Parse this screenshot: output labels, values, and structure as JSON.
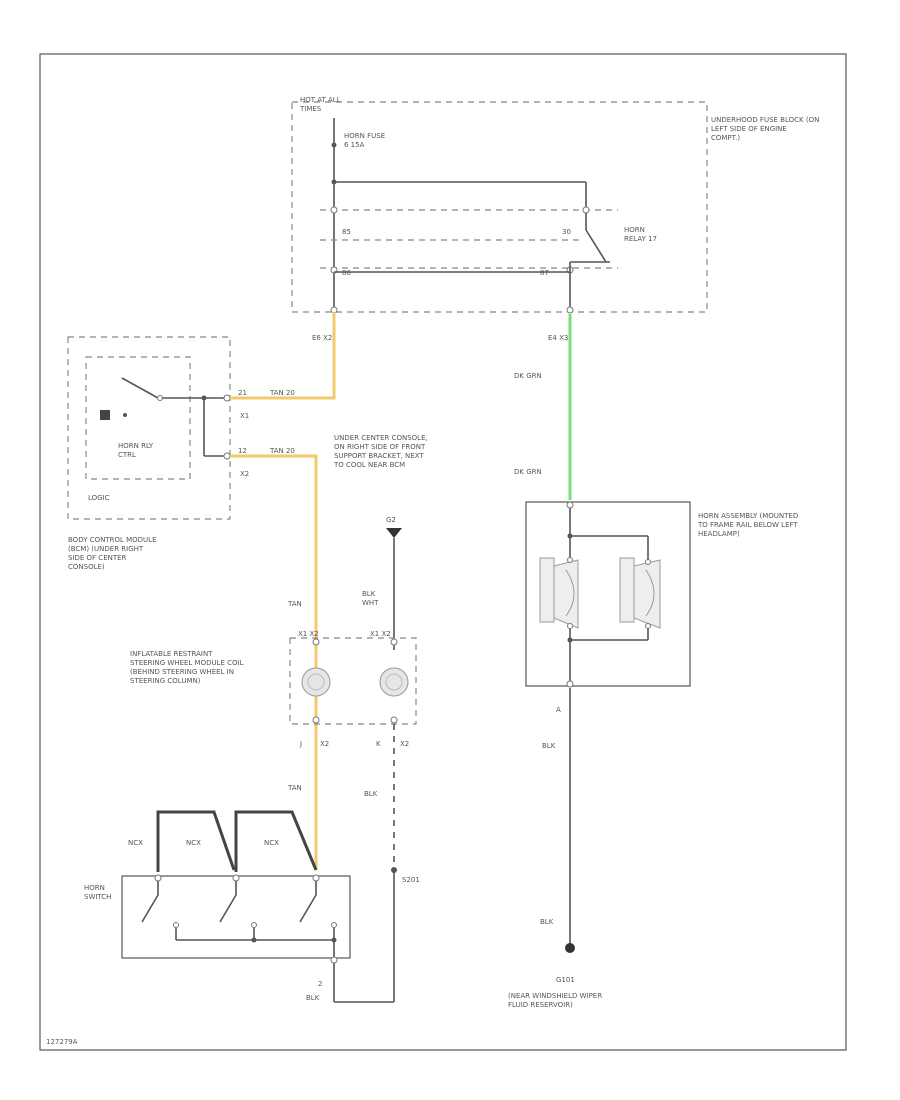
{
  "colors": {
    "tan_wire": "#f2c96b",
    "green_wire": "#78e078",
    "line": "#555555"
  },
  "fuse_block": {
    "hot_label": "HOT AT ALL TIMES",
    "fuse_label": "HORN FUSE 6 15A",
    "location": "UNDERHOOD FUSE BLOCK (ON LEFT SIDE OF ENGINE COMPT.)",
    "relay_label": "HORN RELAY 17",
    "pin_85": "85",
    "pin_86": "86",
    "pin_30": "30",
    "pin_87": "87",
    "conn_left": "E6  X2",
    "conn_right": "E4  X3"
  },
  "bcm": {
    "control_label": "HORN RLY CTRL",
    "logic_label": "LOGIC",
    "location": "BODY CONTROL MODULE (BCM) (UNDER RIGHT SIDE OF CENTER CONSOLE)",
    "conn_x1": "X1",
    "conn_x2": "X2",
    "pin_x1": "21",
    "pin_x2": "12",
    "wire_x1": "TAN 20",
    "wire_x2": "TAN 20"
  },
  "ground_g2": {
    "location": "UNDER CENTER CONSOLE, ON RIGHT SIDE OF FRONT SUPPORT BRACKET, NEXT TO COOL NEAR BCM",
    "id": "G2"
  },
  "wires": {
    "tan": "TAN",
    "blk_wht": "BLK WHT",
    "blk": "BLK",
    "dk_grn_1": "DK GRN",
    "dk_grn_2": "DK GRN"
  },
  "coil": {
    "label": "INFLATABLE RESTRAINT STEERING WHEEL MODULE COIL (BEHIND STEERING WHEEL IN STEERING COLUMN)",
    "conn_top_left": "X1  X2",
    "conn_top_right": "X1  X2",
    "pin_bottom_left": "J",
    "conn_bottom_left": "X2",
    "pin_bottom_right": "K",
    "conn_bottom_right": "X2"
  },
  "horn_switch": {
    "label": "HORN SWITCH",
    "nc_1": "NCX",
    "nc_2": "NCX",
    "nc_3": "NCX",
    "pin": "2",
    "wire": "BLK"
  },
  "splice": {
    "id": "S201"
  },
  "horn_assembly": {
    "label": "HORN ASSEMBLY (MOUNTED TO FRAME RAIL BELOW LEFT HEADLAMP)",
    "pin": "A"
  },
  "ground_g101": {
    "id": "G101",
    "location": "(NEAR WINDSHIELD WIPER FLUID RESERVOIR)"
  },
  "footer": {
    "code": "127279A"
  }
}
